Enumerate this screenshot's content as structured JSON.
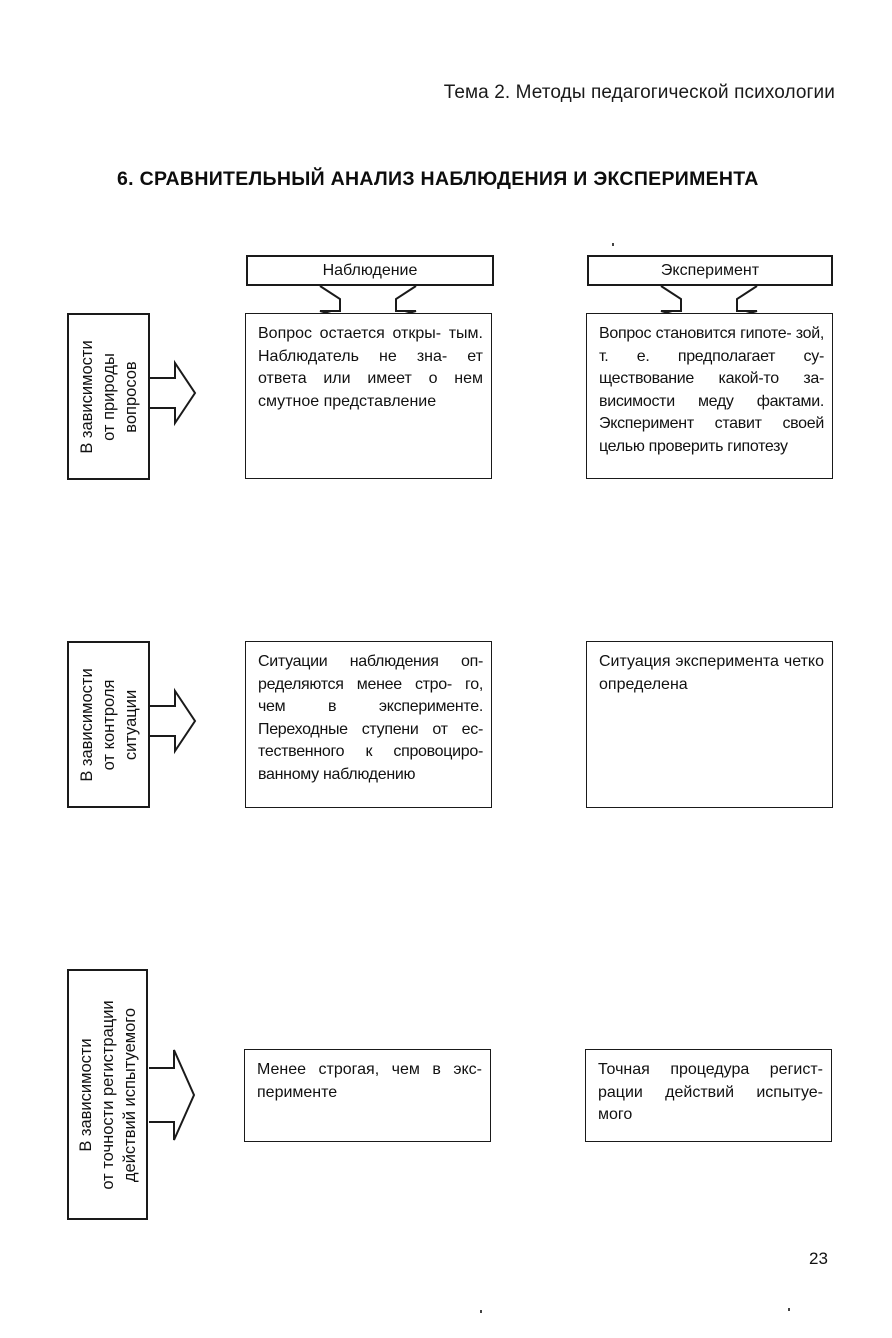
{
  "header": {
    "running_head": "Тема 2. Методы педагогической психологии"
  },
  "title": "6. СРАВНИТЕЛЬНЫЙ АНАЛИЗ НАБЛЮДЕНИЯ И ЭКСПЕРИМЕНТА",
  "columns": {
    "observation": "Наблюдение",
    "experiment": "Эксперимент"
  },
  "rows": [
    {
      "label_lines": [
        "В зависимости",
        "от природы",
        "вопросов"
      ],
      "observation": "Вопрос остается откры- тым. Наблюдатель не зна- ет ответа или имеет о нем смутное представление",
      "experiment": "Вопрос становится гипоте- зой, т. е. предполагает су- ществование какой-то за- висимости меду фактами. Эксперимент ставит своей целью проверить гипотезу"
    },
    {
      "label_lines": [
        "В зависимости",
        "от контроля",
        "ситуации"
      ],
      "observation": "Ситуации наблюдения оп- ределяются менее стро- го, чем в эксперименте. Переходные ступени от ес- тественного к спровоциро- ванному наблюдению",
      "experiment": "Ситуация эксперимента четко определена"
    },
    {
      "label_lines": [
        "В зависимости",
        "от точности регистрации",
        "действий испытуемого"
      ],
      "observation": "Менее строгая, чем в экс- перименте",
      "experiment": "Точная процедура регист- рации действий испытуе- мого"
    }
  ],
  "page_number": "23"
}
